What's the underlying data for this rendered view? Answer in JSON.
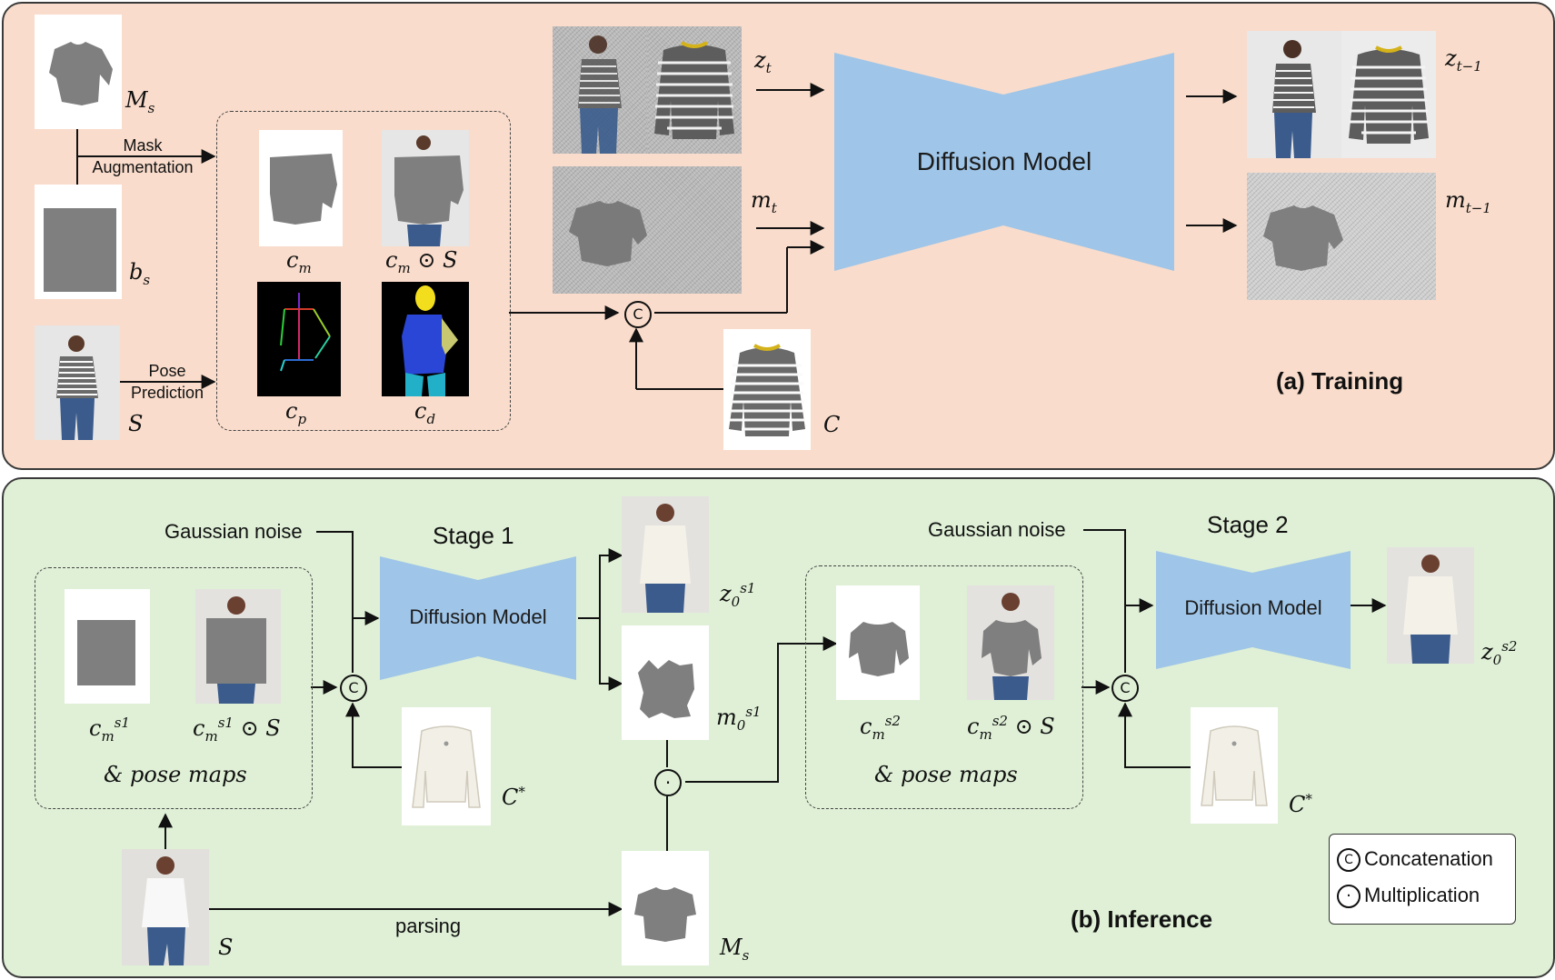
{
  "training": {
    "heading": "(a) Training",
    "mask_aug_label": "Mask\nAugmentation",
    "pose_pred_label": "Pose\nPrediction",
    "diffusion_label": "Diffusion Model",
    "labels": {
      "Ms": "M",
      "Ms_sub": "s",
      "bs": "b",
      "bs_sub": "s",
      "S": "S",
      "cm": "c",
      "cm_sub": "m",
      "cmS": "c",
      "cmS_sub": "m",
      "cmS_tail": " ⊙ S",
      "cp": "c",
      "cp_sub": "p",
      "cd": "c",
      "cd_sub": "d",
      "zt": "z",
      "zt_sub": "t",
      "mt": "m",
      "mt_sub": "t",
      "ztm1": "z",
      "ztm1_sub": "t−1",
      "mtm1": "m",
      "mtm1_sub": "t−1",
      "C": "C"
    }
  },
  "inference": {
    "heading": "(b) Inference",
    "stage1": "Stage 1",
    "stage2": "Stage 2",
    "gaussian_noise_1": "Gaussian noise",
    "gaussian_noise_2": "Gaussian noise",
    "diffusion_label_1": "Diffusion Model",
    "diffusion_label_2": "Diffusion Model",
    "pose_maps_1": "& pose maps",
    "pose_maps_2": "& pose maps",
    "parsing_label": "parsing",
    "labels": {
      "cm_s1": "c",
      "cm_s1_sub": "m",
      "cm_s1_sup": "s1",
      "cmS_s1": "c",
      "cmS_s1_sub": "m",
      "cmS_s1_sup": "s1",
      "cmS_s1_tail": " ⊙ S",
      "z0_s1": "z",
      "z0_s1_sub": "0",
      "z0_s1_sup": "s1",
      "m0_s1": "m",
      "m0_s1_sub": "0",
      "m0_s1_sup": "s1",
      "cm_s2": "c",
      "cm_s2_sub": "m",
      "cm_s2_sup": "s2",
      "cmS_s2": "c",
      "cmS_s2_sub": "m",
      "cmS_s2_sup": "s2",
      "cmS_s2_tail": " ⊙ S",
      "z0_s2": "z",
      "z0_s2_sub": "0",
      "z0_s2_sup": "s2",
      "Cstar_1": "C",
      "Cstar_1_sup": "*",
      "Cstar_2": "C",
      "Cstar_2_sup": "*",
      "S": "S",
      "Ms": "M",
      "Ms_sub": "s"
    }
  },
  "legend": {
    "concat_symbol": "C",
    "concat_label": "Concatenation",
    "mult_symbol": "·",
    "mult_label": "Multiplication"
  },
  "ops": {
    "concat": "C",
    "mult": "·"
  },
  "colors": {
    "training_bg": "#f9dccb",
    "inference_bg": "#dff0d6",
    "diffusion_fill": "#9fc5e8",
    "mask_gray": "#7f7f7f"
  }
}
